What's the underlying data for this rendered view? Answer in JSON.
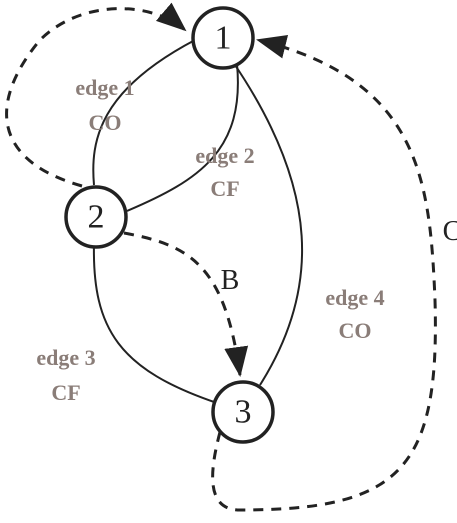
{
  "colors": {
    "node_stroke": "#222222",
    "edge_label": "#8a7d78",
    "edge_stroke": "#222222"
  },
  "nodes": [
    {
      "id": "n1",
      "label": "1"
    },
    {
      "id": "n2",
      "label": "2"
    },
    {
      "id": "n3",
      "label": "3"
    }
  ],
  "edges": [
    {
      "id": "e1",
      "name": "edge 1",
      "type": "CO",
      "from": "2",
      "to": "1"
    },
    {
      "id": "e2",
      "name": "edge 2",
      "type": "CF",
      "from": "2",
      "to": "1"
    },
    {
      "id": "e3",
      "name": "edge 3",
      "type": "CF",
      "from": "2",
      "to": "3"
    },
    {
      "id": "e4",
      "name": "edge 4",
      "type": "CO",
      "from": "3",
      "to": "1"
    }
  ],
  "paths": [
    {
      "id": "pA",
      "label": "",
      "from": "2",
      "to": "1"
    },
    {
      "id": "pB",
      "label": "B",
      "from": "2",
      "to": "3"
    },
    {
      "id": "pC",
      "label": "C",
      "from": "3",
      "to": "1"
    }
  ]
}
